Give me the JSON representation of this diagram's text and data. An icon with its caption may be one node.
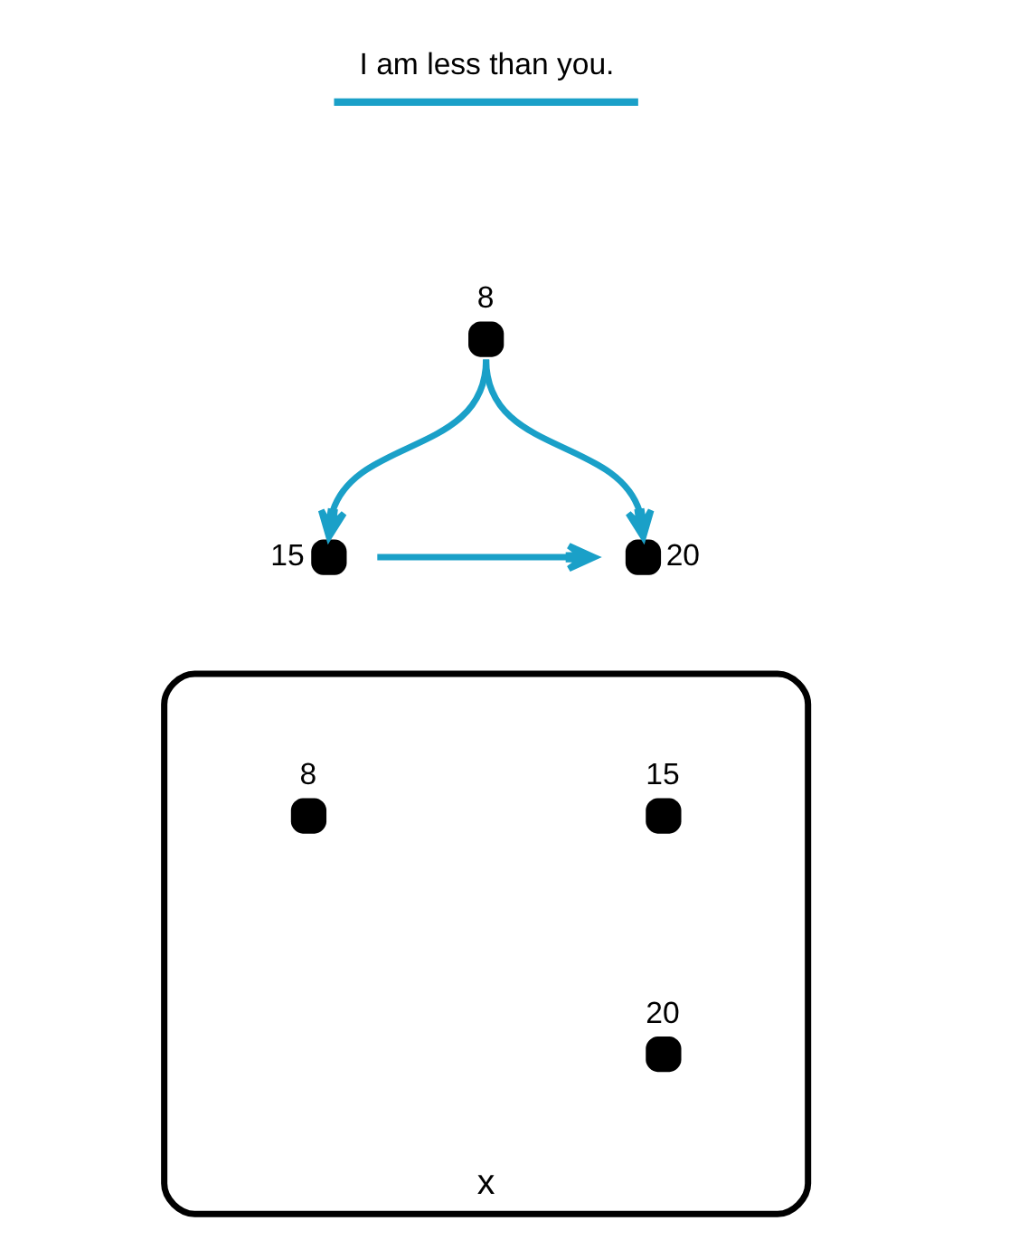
{
  "diagram": {
    "nodes": [
      {
        "text": [],
        "shape": "circle",
        "beside": [
          "8"
        ]
      },
      {
        "text": [],
        "shape": "circle",
        "beside": [
          "15"
        ]
      },
      {
        "text": [],
        "shape": "circle",
        "beside": [
          "20"
        ]
      },
      {
        "text": [],
        "shape": "ellipse",
        "beside": [
          "x"
        ]
      },
      {
        "text": [],
        "shape": "circle",
        "beside": [
          "15"
        ],
        "in": 3
      },
      {
        "text": [],
        "shape": "circle",
        "beside": [
          "8"
        ],
        "in": 3
      },
      {
        "text": [],
        "shape": "circle",
        "beside": [
          "20"
        ],
        "in": 3
      }
    ],
    "edges": [
      {
        "from": 0,
        "to": 1,
        "arrow": "to"
      },
      {
        "from": 0,
        "to": 2,
        "arrow": "to"
      },
      {
        "from": 1,
        "to": 2,
        "arrow": "to"
      }
    ],
    "legend": [
      {
        "text": "I am less than you."
      }
    ]
  }
}
